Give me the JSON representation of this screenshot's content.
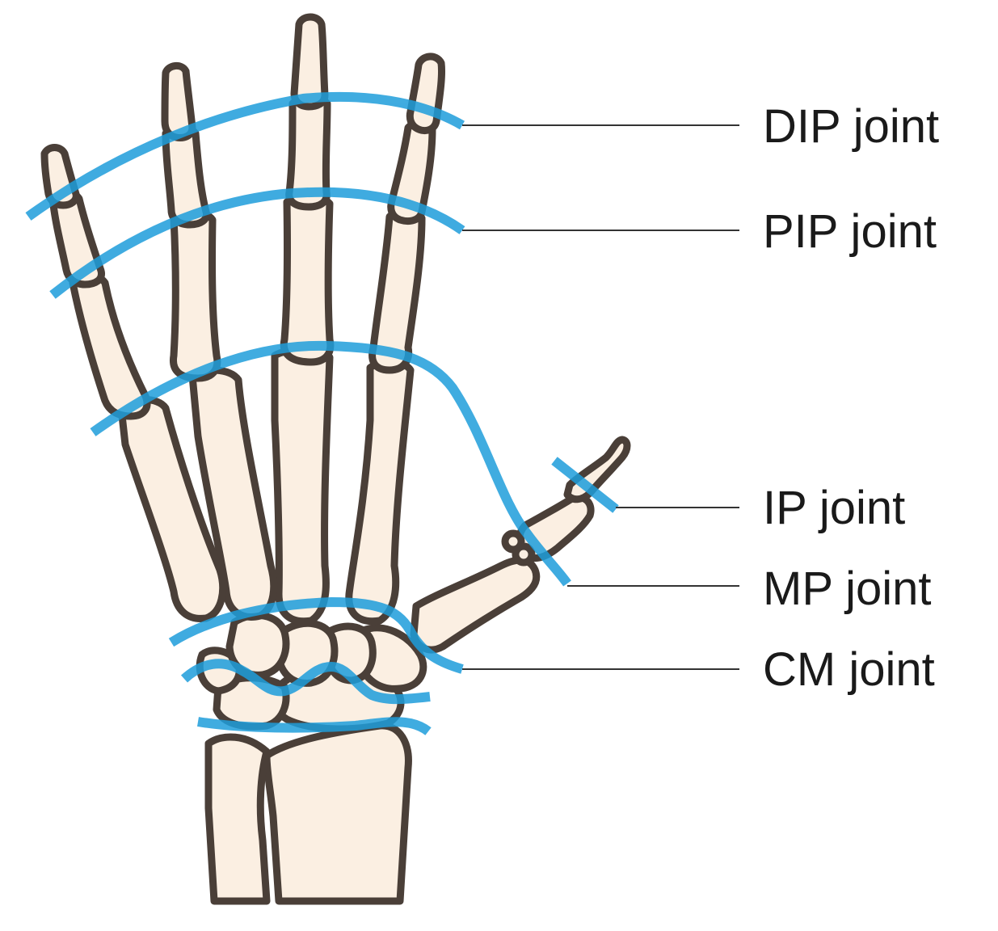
{
  "labels": {
    "dip": "DIP joint",
    "pip": "PIP joint",
    "ip": "IP joint",
    "mp": "MP joint",
    "cm": "CM joint"
  },
  "colors": {
    "bone_fill": "#fbefe2",
    "bone_outline": "#4a3f38",
    "joint_line": "#1e9ddb",
    "leader_line": "#333333",
    "text": "#1a1a1a"
  }
}
